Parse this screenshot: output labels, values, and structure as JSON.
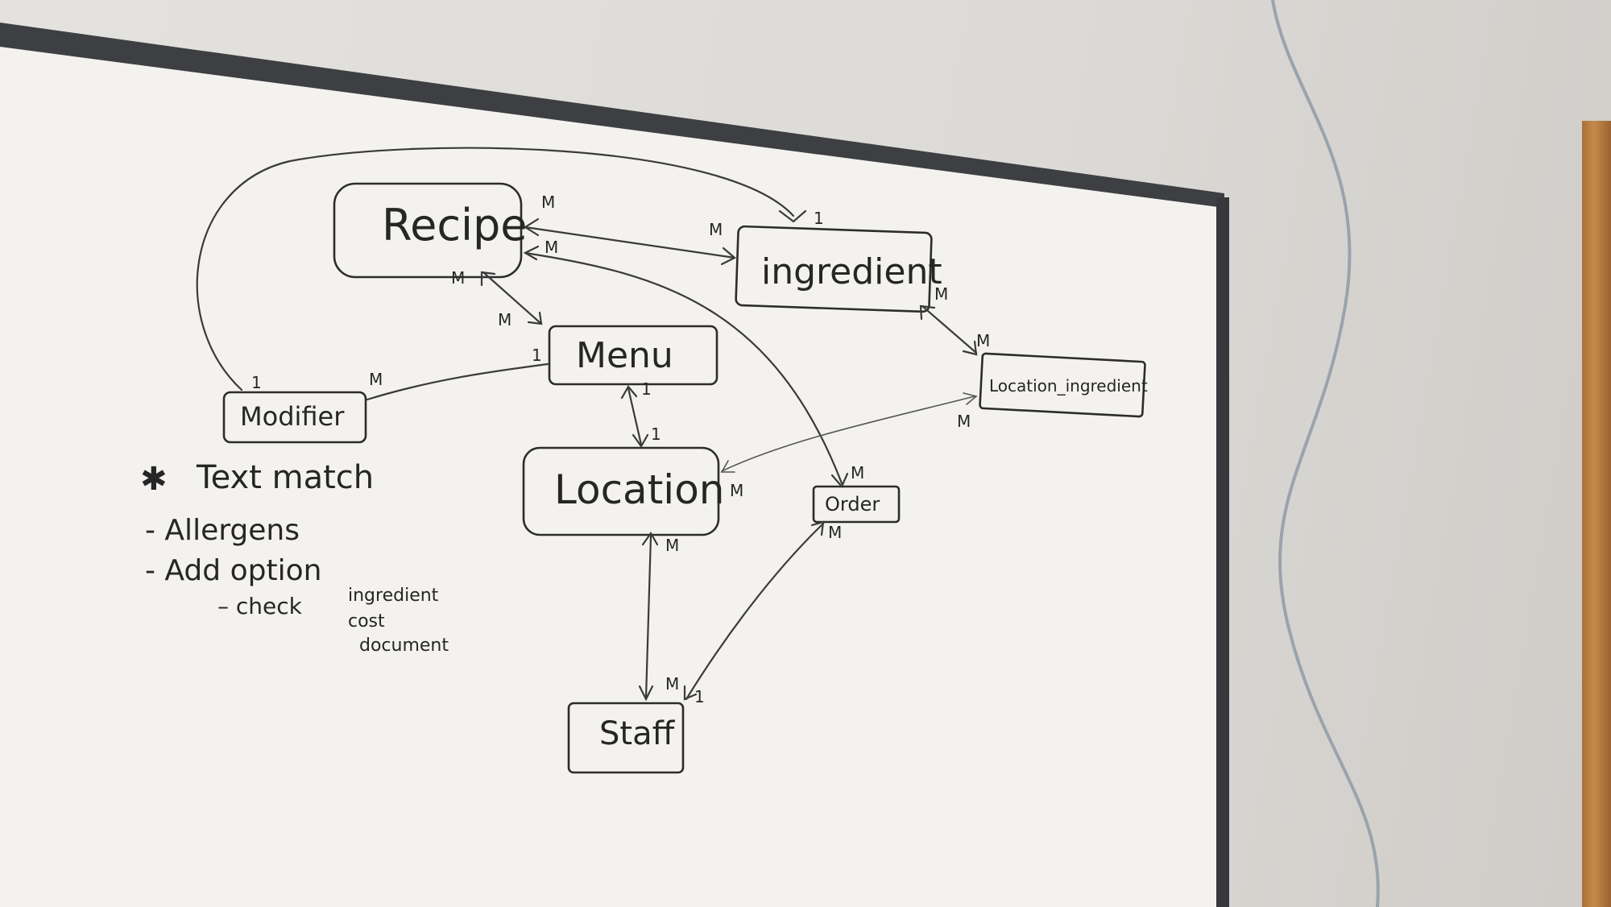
{
  "entities": {
    "recipe": "Recipe",
    "ingredient": "ingredient",
    "menu": "Menu",
    "modifier": "Modifier",
    "location": "Location",
    "location_ingredient": "Location_ingredient",
    "order": "Order",
    "staff": "Staff"
  },
  "cardinalities": {
    "recipe_ingredient_left": "M",
    "recipe_ingredient_right": "M",
    "recipe_order": "M",
    "recipe_menu_top": "M",
    "recipe_menu_bottom": "M",
    "menu_left": "1",
    "menu_location_top": "1",
    "menu_location_bottom": "1",
    "modifier_top": "1",
    "modifier_menu": "M",
    "recipe_modifier_top": "1",
    "ingredient_locing_top": "M",
    "ingredient_locing_bottom": "M",
    "locing_location": "M",
    "location_right": "M",
    "order_top": "M",
    "order_bottom": "M",
    "location_staff": "M",
    "staff_top_m": "M",
    "staff_top_1": "1"
  },
  "notes": {
    "star": "✱",
    "text_match": "Text match",
    "allergens": "- Allergens",
    "add_option": "- Add option",
    "check": "– check",
    "check_items": [
      "ingredient",
      "cost",
      "document"
    ]
  }
}
